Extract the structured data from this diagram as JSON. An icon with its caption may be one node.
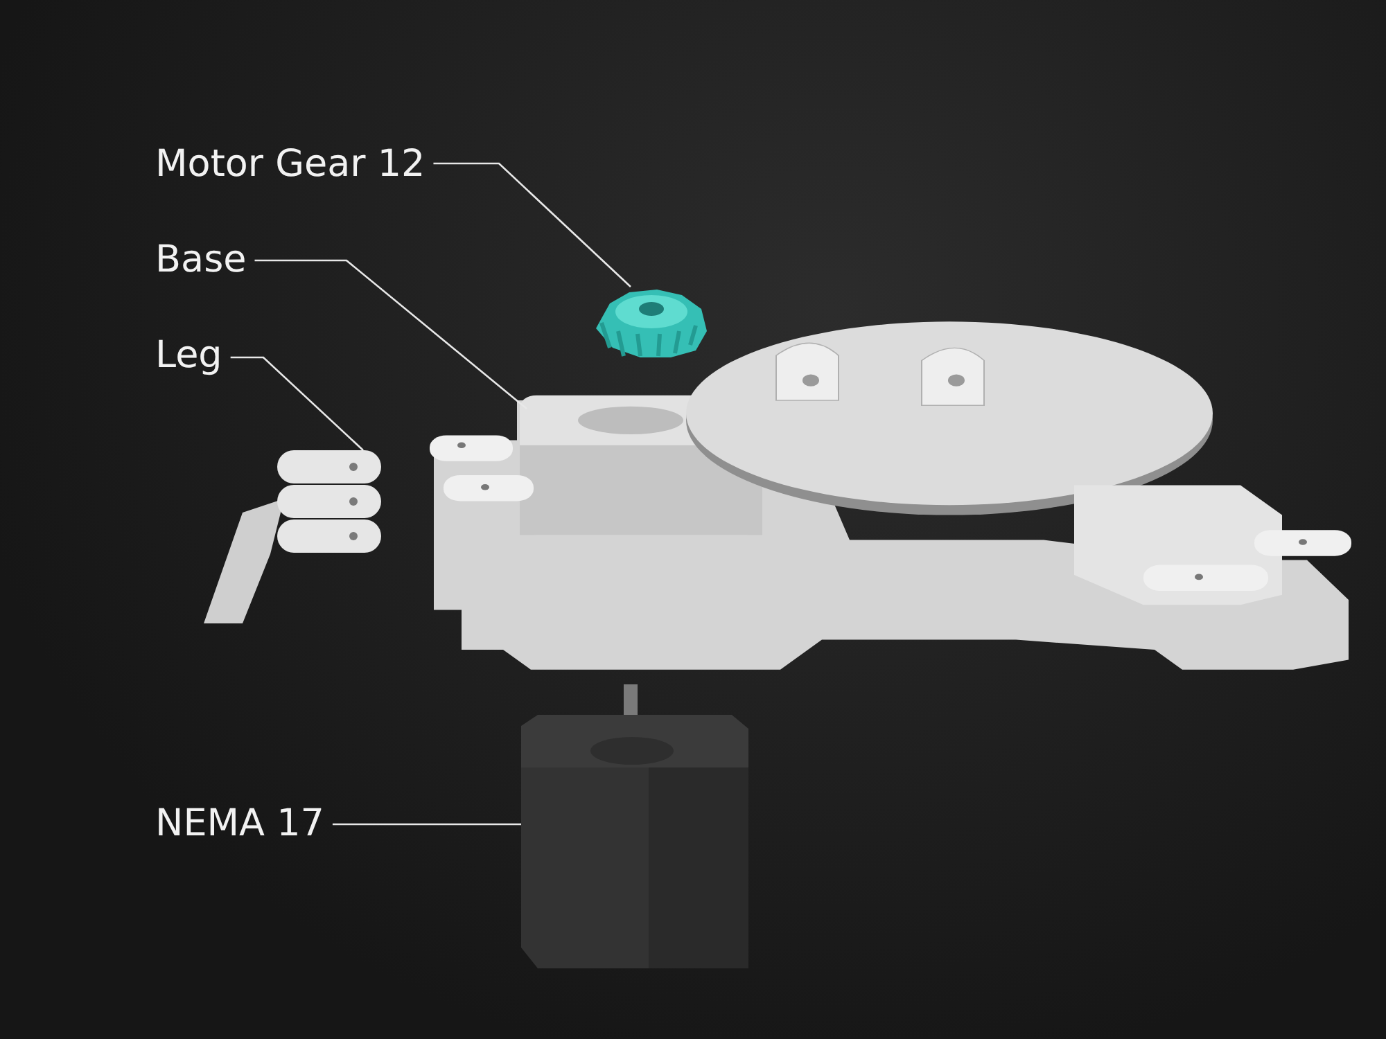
{
  "diagram": {
    "nodes": [
      {
        "text": [
          "Motor Gear 12"
        ]
      },
      {
        "text": [
          "Base"
        ]
      },
      {
        "text": [
          "Leg"
        ]
      },
      {
        "text": [
          "NEMA 17"
        ]
      },
      {
        "text": [],
        "shape": "picture"
      },
      {
        "text": [],
        "shape": "picture"
      },
      {
        "text": [],
        "shape": "picture"
      },
      {
        "text": [],
        "shape": "picture"
      }
    ],
    "edges": [
      {
        "from": 0,
        "to": 4,
        "arrow": "none"
      },
      {
        "from": 1,
        "to": 5,
        "arrow": "none"
      },
      {
        "from": 2,
        "to": 6,
        "arrow": "none"
      },
      {
        "from": 3,
        "to": 7,
        "arrow": "none"
      }
    ]
  }
}
